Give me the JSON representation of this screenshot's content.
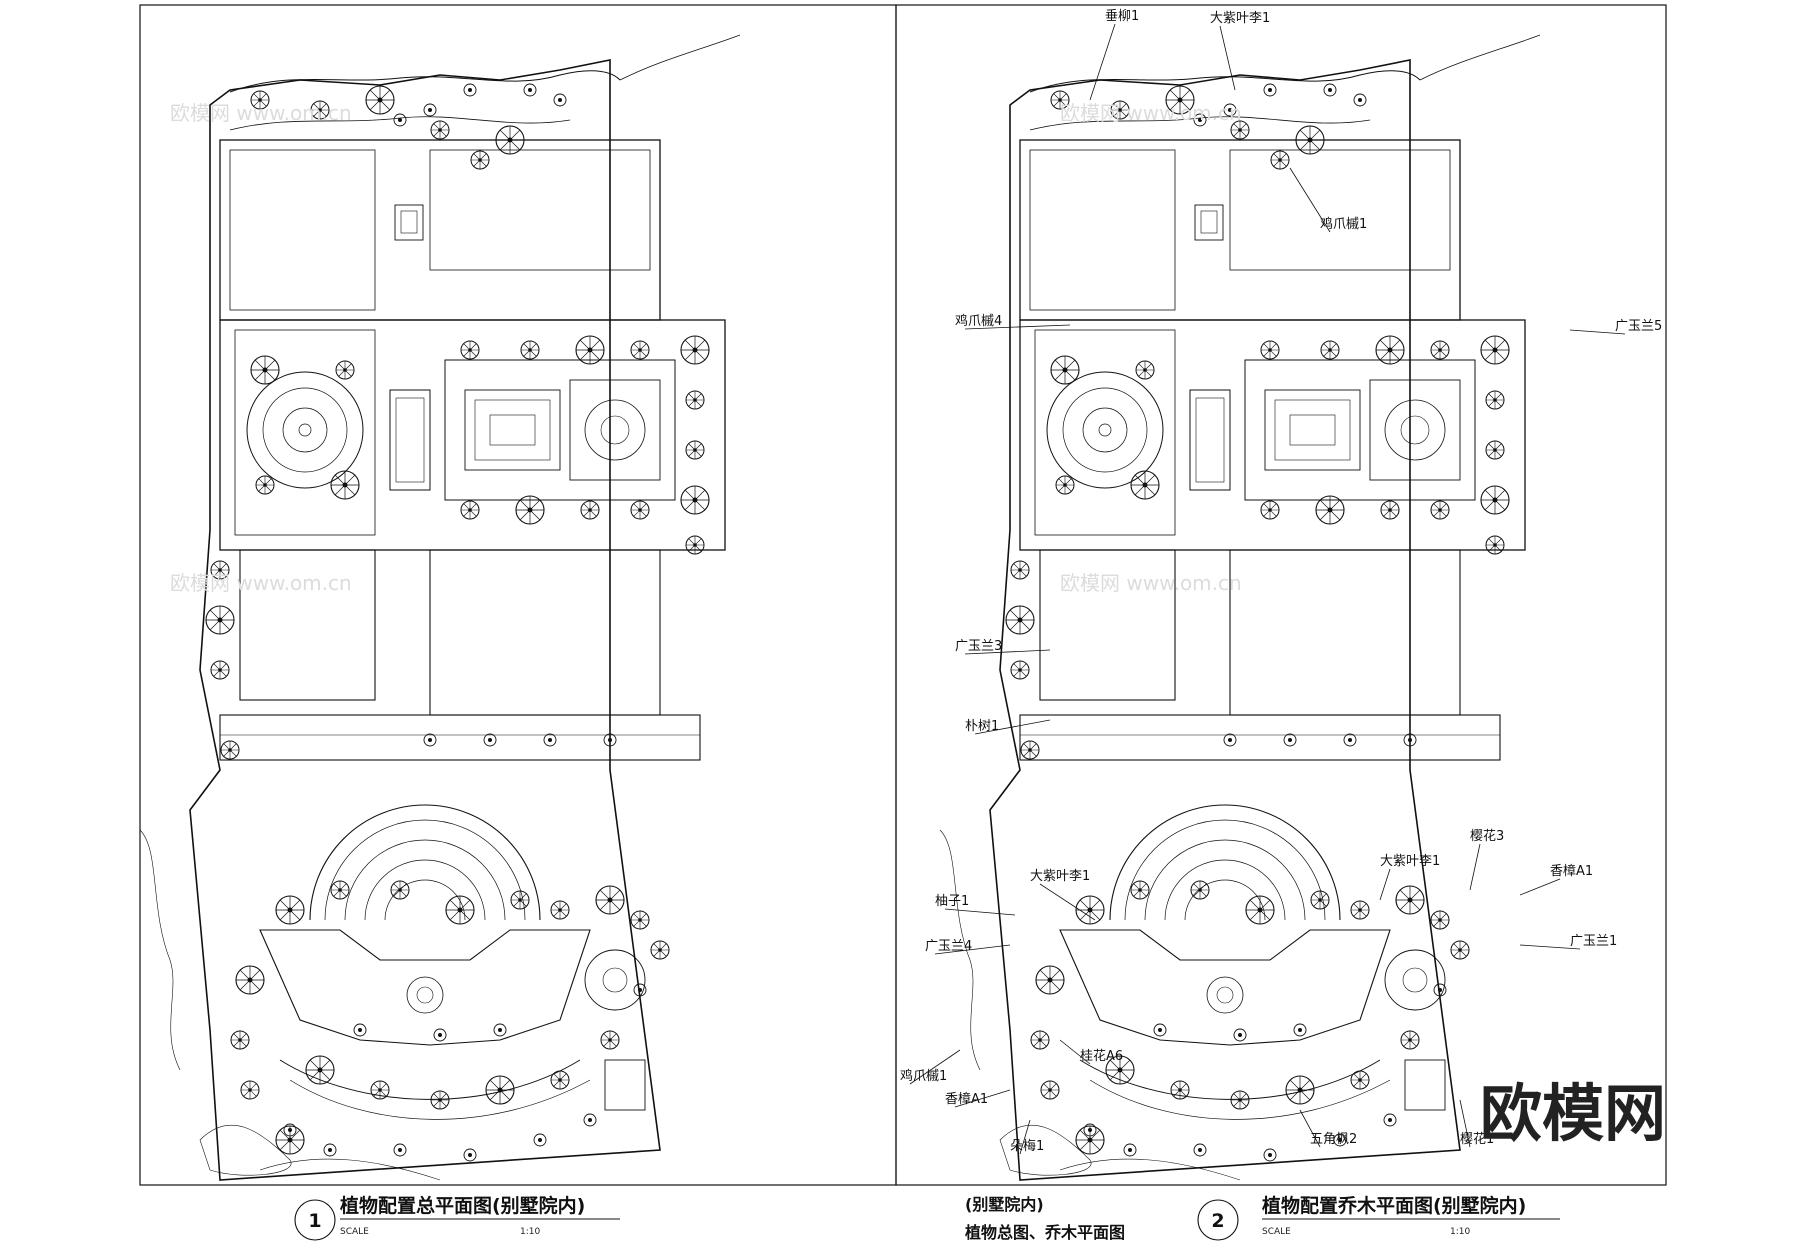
{
  "brand": "欧模网",
  "watermark": "欧模网 www.om.cn",
  "center_caption": {
    "line1": "(别墅院内)",
    "line2": "植物总图、乔木平面图"
  },
  "panels": [
    {
      "number": "1",
      "title": "植物配置总平面图(别墅院内)",
      "scale_label": "SCALE",
      "scale_value": "1:10"
    },
    {
      "number": "2",
      "title": "植物配置乔木平面图(别墅院内)",
      "scale_label": "SCALE",
      "scale_value": "1:10"
    }
  ],
  "plant_labels": [
    "垂柳1",
    "大紫叶李1",
    "鸡爪槭1",
    "鸡爪槭4",
    "广玉兰5",
    "广玉兰3",
    "朴树1",
    "大紫叶李1",
    "大紫叶李1",
    "樱花3",
    "香樟A1",
    "柚子1",
    "广玉兰4",
    "广玉兰1",
    "鸡爪槭1",
    "桂花A6",
    "香樟A1",
    "朵梅1",
    "五角枫2",
    "樱花1"
  ]
}
